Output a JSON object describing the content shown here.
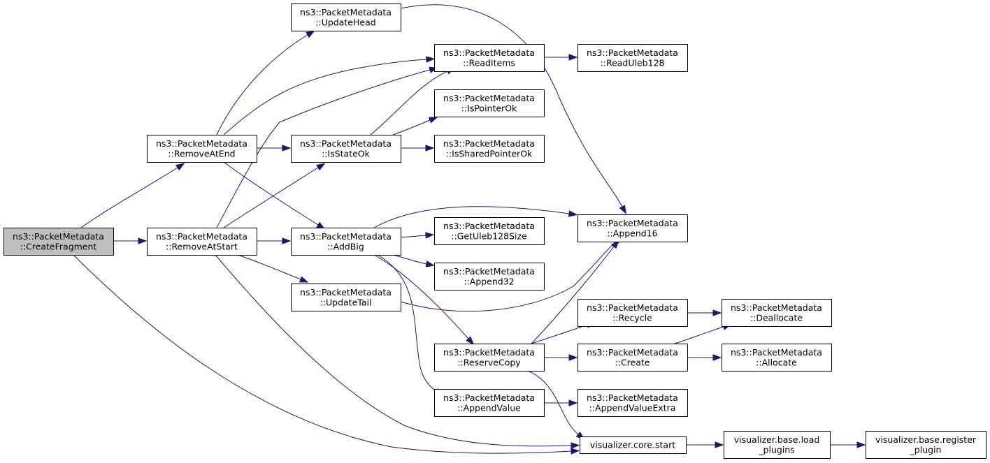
{
  "graph": {
    "root": "create_fragment",
    "nodes": [
      {
        "id": "create_fragment",
        "lines": [
          "ns3::PacketMetadata",
          "::CreateFragment"
        ],
        "highlighted": true
      },
      {
        "id": "remove_at_end",
        "lines": [
          "ns3::PacketMetadata",
          "::RemoveAtEnd"
        ]
      },
      {
        "id": "remove_at_start",
        "lines": [
          "ns3::PacketMetadata",
          "::RemoveAtStart"
        ]
      },
      {
        "id": "update_head",
        "lines": [
          "ns3::PacketMetadata",
          "::UpdateHead"
        ]
      },
      {
        "id": "is_state_ok",
        "lines": [
          "ns3::PacketMetadata",
          "::IsStateOk"
        ]
      },
      {
        "id": "add_big",
        "lines": [
          "ns3::PacketMetadata",
          "::AddBig"
        ]
      },
      {
        "id": "update_tail",
        "lines": [
          "ns3::PacketMetadata",
          "::UpdateTail"
        ]
      },
      {
        "id": "read_items",
        "lines": [
          "ns3::PacketMetadata",
          "::ReadItems"
        ]
      },
      {
        "id": "is_pointer_ok",
        "lines": [
          "ns3::PacketMetadata",
          "::IsPointerOk"
        ]
      },
      {
        "id": "is_shared_pointer_ok",
        "lines": [
          "ns3::PacketMetadata",
          "::IsSharedPointerOk"
        ]
      },
      {
        "id": "get_uleb128_size",
        "lines": [
          "ns3::PacketMetadata",
          "::GetUleb128Size"
        ]
      },
      {
        "id": "append32",
        "lines": [
          "ns3::PacketMetadata",
          "::Append32"
        ]
      },
      {
        "id": "reserve_copy",
        "lines": [
          "ns3::PacketMetadata",
          "::ReserveCopy"
        ]
      },
      {
        "id": "append_value",
        "lines": [
          "ns3::PacketMetadata",
          "::AppendValue"
        ]
      },
      {
        "id": "read_uleb128",
        "lines": [
          "ns3::PacketMetadata",
          "::ReadUleb128"
        ]
      },
      {
        "id": "append16",
        "lines": [
          "ns3::PacketMetadata",
          "::Append16"
        ]
      },
      {
        "id": "recycle",
        "lines": [
          "ns3::PacketMetadata",
          "::Recycle"
        ]
      },
      {
        "id": "create",
        "lines": [
          "ns3::PacketMetadata",
          "::Create"
        ]
      },
      {
        "id": "append_value_extra",
        "lines": [
          "ns3::PacketMetadata",
          "::AppendValueExtra"
        ]
      },
      {
        "id": "visualizer_core_start",
        "lines": [
          "visualizer.core.start"
        ]
      },
      {
        "id": "deallocate",
        "lines": [
          "ns3::PacketMetadata",
          "::Deallocate"
        ]
      },
      {
        "id": "allocate",
        "lines": [
          "ns3::PacketMetadata",
          "::Allocate"
        ]
      },
      {
        "id": "load_plugins",
        "lines": [
          "visualizer.base.load",
          "_plugins"
        ]
      },
      {
        "id": "register_plugin",
        "lines": [
          "visualizer.base.register",
          "_plugin"
        ]
      }
    ],
    "edges": [
      {
        "from": "create_fragment",
        "to": "remove_at_end"
      },
      {
        "from": "create_fragment",
        "to": "remove_at_start"
      },
      {
        "from": "create_fragment",
        "to": "visualizer_core_start"
      },
      {
        "from": "remove_at_end",
        "to": "update_head"
      },
      {
        "from": "remove_at_end",
        "to": "read_items"
      },
      {
        "from": "remove_at_end",
        "to": "is_state_ok"
      },
      {
        "from": "remove_at_end",
        "to": "add_big"
      },
      {
        "from": "remove_at_start",
        "to": "read_items"
      },
      {
        "from": "remove_at_start",
        "to": "is_state_ok"
      },
      {
        "from": "remove_at_start",
        "to": "add_big"
      },
      {
        "from": "remove_at_start",
        "to": "update_tail"
      },
      {
        "from": "remove_at_start",
        "to": "visualizer_core_start"
      },
      {
        "from": "update_head",
        "to": "append16"
      },
      {
        "from": "is_state_ok",
        "to": "read_items"
      },
      {
        "from": "is_state_ok",
        "to": "is_pointer_ok"
      },
      {
        "from": "is_state_ok",
        "to": "is_shared_pointer_ok"
      },
      {
        "from": "read_items",
        "to": "read_uleb128"
      },
      {
        "from": "add_big",
        "to": "append16"
      },
      {
        "from": "add_big",
        "to": "get_uleb128_size"
      },
      {
        "from": "add_big",
        "to": "append32"
      },
      {
        "from": "add_big",
        "to": "reserve_copy"
      },
      {
        "from": "add_big",
        "to": "append_value"
      },
      {
        "from": "update_tail",
        "to": "append16"
      },
      {
        "from": "reserve_copy",
        "to": "append16"
      },
      {
        "from": "reserve_copy",
        "to": "recycle"
      },
      {
        "from": "reserve_copy",
        "to": "create"
      },
      {
        "from": "reserve_copy",
        "to": "visualizer_core_start"
      },
      {
        "from": "append_value",
        "to": "append_value_extra"
      },
      {
        "from": "recycle",
        "to": "deallocate"
      },
      {
        "from": "create",
        "to": "deallocate"
      },
      {
        "from": "create",
        "to": "allocate"
      },
      {
        "from": "visualizer_core_start",
        "to": "load_plugins"
      },
      {
        "from": "load_plugins",
        "to": "register_plugin"
      }
    ]
  }
}
